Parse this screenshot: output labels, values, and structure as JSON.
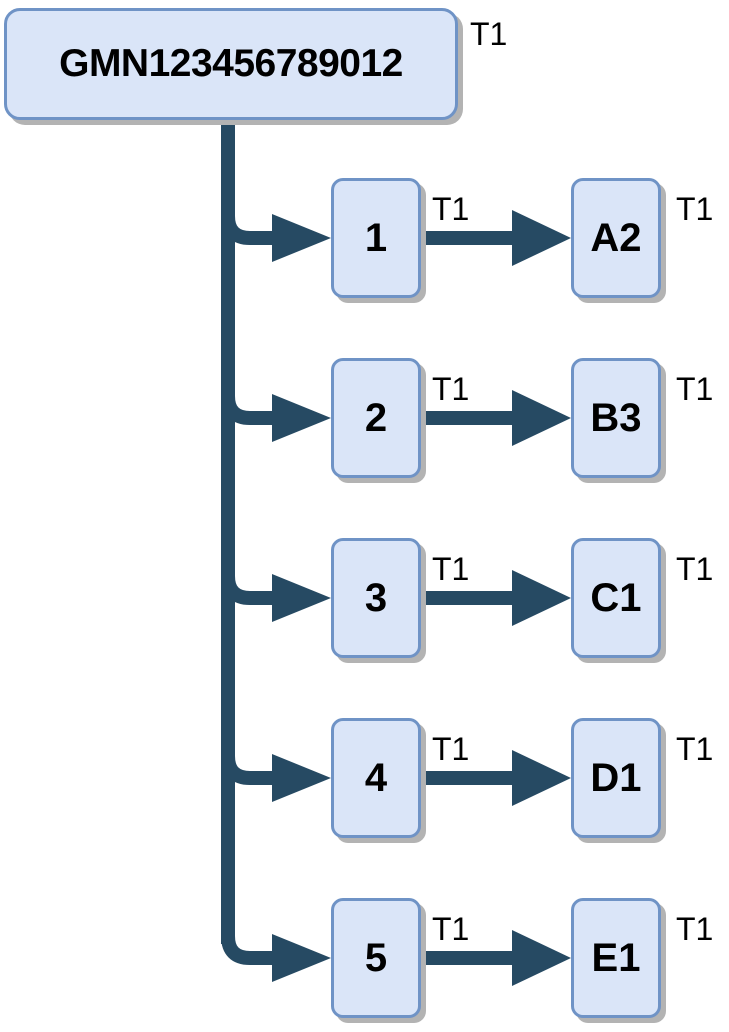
{
  "diagram": {
    "type": "tree",
    "root": {
      "id": "root",
      "label": "GMN123456789012",
      "tag": "T1"
    },
    "branches": [
      {
        "mid": {
          "id": "mid-1",
          "label": "1"
        },
        "edge_tag": "T1",
        "leaf": {
          "id": "leaf-a2",
          "label": "A2",
          "tag": "T1"
        }
      },
      {
        "mid": {
          "id": "mid-2",
          "label": "2"
        },
        "edge_tag": "T1",
        "leaf": {
          "id": "leaf-b3",
          "label": "B3",
          "tag": "T1"
        }
      },
      {
        "mid": {
          "id": "mid-3",
          "label": "3"
        },
        "edge_tag": "T1",
        "leaf": {
          "id": "leaf-c1",
          "label": "C1",
          "tag": "T1"
        }
      },
      {
        "mid": {
          "id": "mid-4",
          "label": "4"
        },
        "edge_tag": "T1",
        "leaf": {
          "id": "leaf-d1",
          "label": "D1",
          "tag": "T1"
        }
      },
      {
        "mid": {
          "id": "mid-5",
          "label": "5"
        },
        "edge_tag": "T1",
        "leaf": {
          "id": "leaf-e1",
          "label": "E1",
          "tag": "T1"
        }
      }
    ],
    "colors": {
      "node_fill": "#dae5f8",
      "node_border": "#6f93c6",
      "connector": "#264a63",
      "shadow": "#b3b3b3",
      "text": "#000000",
      "background": "#ffffff"
    }
  }
}
